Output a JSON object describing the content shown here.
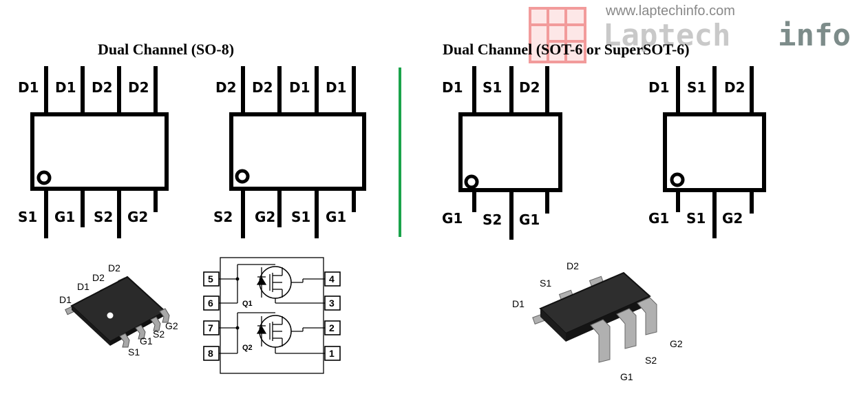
{
  "titles": {
    "so8": "Dual Channel (SO-8)",
    "sot6": "Dual Channel (SOT-6 or SuperSOT-6)"
  },
  "so8_a": {
    "top": [
      "D1",
      "D1",
      "D2",
      "D2"
    ],
    "bottom": [
      "S1",
      "G1",
      "S2",
      "G2"
    ]
  },
  "so8_b": {
    "top": [
      "D2",
      "D2",
      "D1",
      "D1"
    ],
    "bottom": [
      "S2",
      "G2",
      "S1",
      "G1"
    ]
  },
  "sot6_a": {
    "top": [
      "D1",
      "S1",
      "D2"
    ],
    "bottom": [
      "G1",
      "S2",
      "G1"
    ]
  },
  "sot6_b": {
    "top": [
      "D1",
      "S1",
      "D2"
    ],
    "bottom": [
      "G1",
      "S1",
      "G2"
    ]
  },
  "so8_photo": {
    "labels": [
      "D1",
      "D1",
      "D2",
      "D2",
      "S1",
      "G1",
      "S2",
      "G2"
    ]
  },
  "so8_internal": {
    "pins": [
      "5",
      "6",
      "7",
      "8",
      "4",
      "3",
      "2",
      "1"
    ],
    "transistors": [
      "Q1",
      "Q2"
    ]
  },
  "sot6_photo": {
    "labels": [
      "D1",
      "S1",
      "D2",
      "G1",
      "S2",
      "G2"
    ]
  },
  "watermark": {
    "url": "www.laptechinfo.com",
    "name": "Laptech",
    "suffix": "info"
  },
  "colors": {
    "divider": "#1aa34a",
    "chip_body": "#2a2a2a",
    "pin_metal": "#a8a8a8",
    "watermark_logo": "#f08a8a"
  }
}
